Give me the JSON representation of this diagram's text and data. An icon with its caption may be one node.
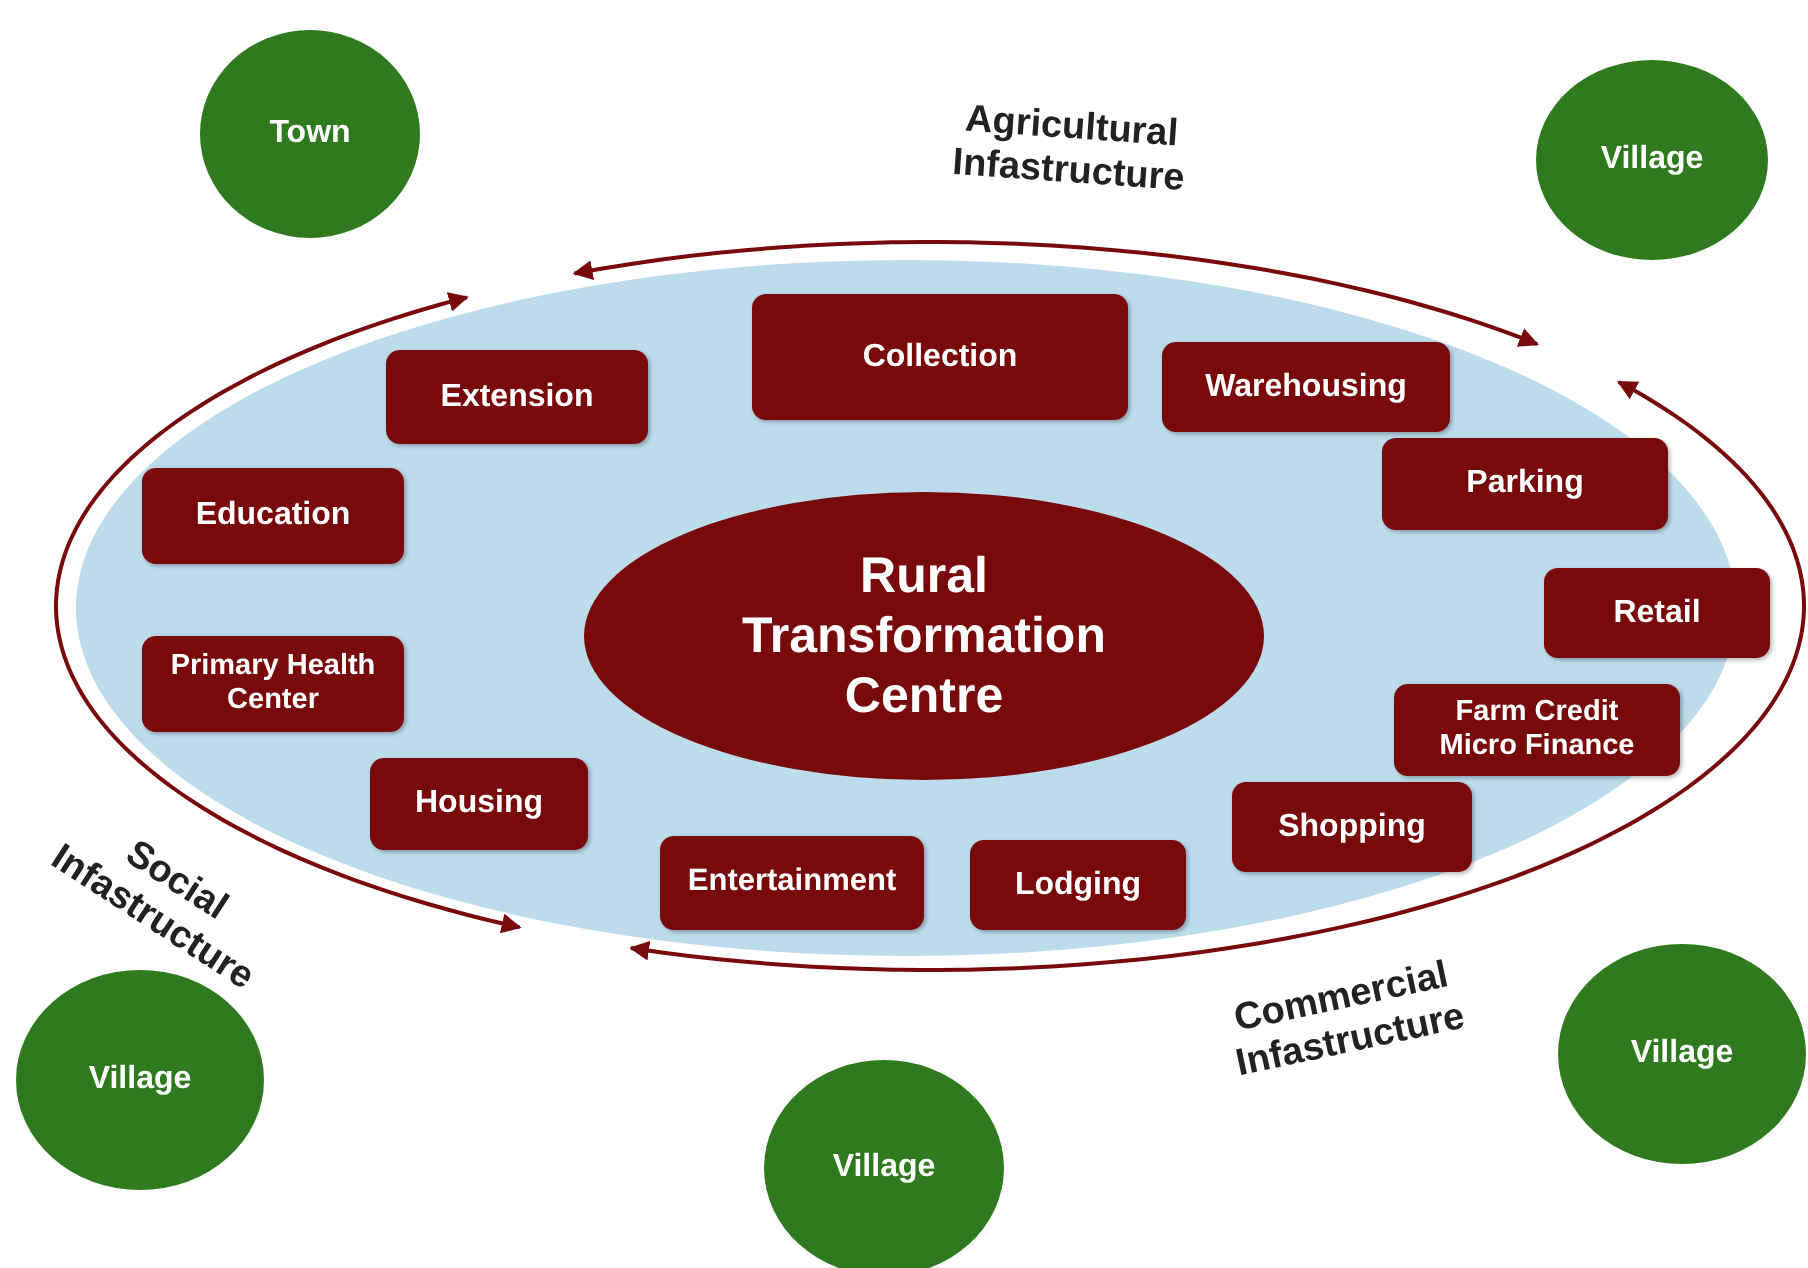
{
  "diagram": {
    "nodes": [
      {
        "text": [
          "Town"
        ]
      },
      {
        "text": [
          "Village"
        ]
      },
      {
        "text": [],
        "shape": "ellipse"
      },
      {
        "text": [
          "Collection"
        ],
        "in": 2
      },
      {
        "text": [
          "Extension"
        ],
        "in": 2
      },
      {
        "text": [
          "Warehousing"
        ],
        "in": 2
      },
      {
        "text": [
          "Education"
        ],
        "in": 2
      },
      {
        "text": [
          "Parking"
        ],
        "in": 2
      },
      {
        "text": [
          "Rural Transformation Centre"
        ],
        "in": 2
      },
      {
        "text": [
          "Retail"
        ],
        "in": 2
      },
      {
        "text": [
          "Primary Health Center"
        ],
        "in": 2
      },
      {
        "text": [
          "Farm Credit Micro Finance"
        ],
        "in": 2
      },
      {
        "text": [
          "Housing"
        ],
        "in": 2
      },
      {
        "text": [
          "Shopping"
        ],
        "in": 2
      },
      {
        "text": [
          "Entertainment"
        ],
        "in": 2
      },
      {
        "text": [
          "Lodging"
        ],
        "in": 2
      },
      {
        "text": [
          "Village"
        ]
      },
      {
        "text": [
          "Village"
        ]
      },
      {
        "text": [
          "Village"
        ]
      }
    ],
    "labels": [
      "Agricultural Infastructure",
      "Social Infastructure",
      "Commercial Infastructure"
    ]
  }
}
